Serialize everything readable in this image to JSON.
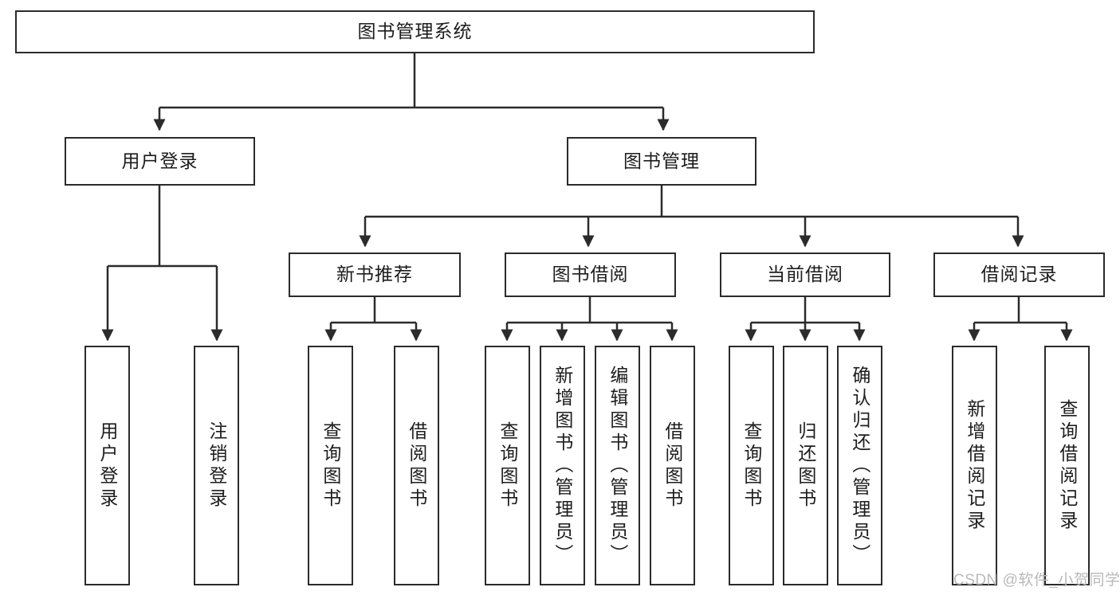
{
  "diagram": {
    "title": "图书管理系统",
    "type": "hierarchy-tree",
    "root": {
      "id": "root",
      "label": "图书管理系统"
    },
    "level2": [
      {
        "id": "user-login",
        "label": "用户登录"
      },
      {
        "id": "book-management",
        "label": "图书管理"
      }
    ],
    "level3": [
      {
        "id": "new-book-recommend",
        "label": "新书推荐",
        "parent": "book-management"
      },
      {
        "id": "book-borrow",
        "label": "图书借阅",
        "parent": "book-management"
      },
      {
        "id": "current-borrow",
        "label": "当前借阅",
        "parent": "book-management"
      },
      {
        "id": "borrow-record",
        "label": "借阅记录",
        "parent": "book-management"
      }
    ],
    "leaves": [
      {
        "id": "leaf-user-login",
        "label": "用户登录",
        "parent": "user-login"
      },
      {
        "id": "leaf-user-logout",
        "label": "注销登录",
        "parent": "user-login"
      },
      {
        "id": "leaf-query-book-1",
        "label": "查询图书",
        "parent": "new-book-recommend"
      },
      {
        "id": "leaf-borrow-book-1",
        "label": "借阅图书",
        "parent": "new-book-recommend"
      },
      {
        "id": "leaf-query-book-2",
        "label": "查询图书",
        "parent": "book-borrow"
      },
      {
        "id": "leaf-add-book",
        "label": "新增图书（管理员）",
        "parent": "book-borrow"
      },
      {
        "id": "leaf-edit-book",
        "label": "编辑图书（管理员）",
        "parent": "book-borrow"
      },
      {
        "id": "leaf-borrow-book-2",
        "label": "借阅图书",
        "parent": "book-borrow"
      },
      {
        "id": "leaf-query-book-3",
        "label": "查询图书",
        "parent": "current-borrow"
      },
      {
        "id": "leaf-return-book",
        "label": "归还图书",
        "parent": "current-borrow"
      },
      {
        "id": "leaf-confirm-return",
        "label": "确认归还（管理员）",
        "parent": "current-borrow"
      },
      {
        "id": "leaf-add-record",
        "label": "新增借阅记录",
        "parent": "borrow-record"
      },
      {
        "id": "leaf-query-record",
        "label": "查询借阅记录",
        "parent": "borrow-record"
      }
    ],
    "colors": {
      "stroke": "#2b2b2b",
      "fill": "#ffffff",
      "text": "#1d1d1d",
      "watermark": "#b9b9b9"
    }
  },
  "watermark": {
    "text": "CSDN @软件_小贺同学"
  }
}
